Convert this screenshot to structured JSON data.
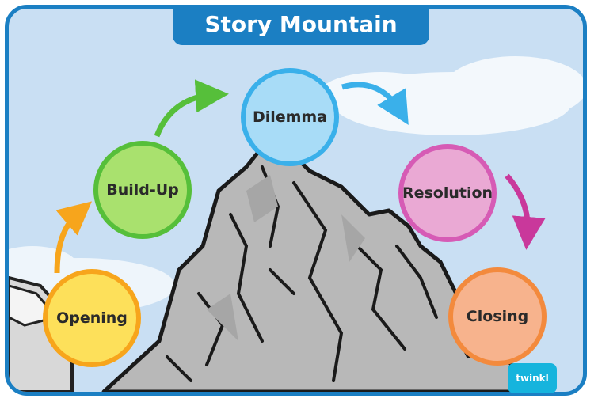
{
  "title": "Story Mountain",
  "stages": [
    {
      "label": "Opening",
      "fill": "#fde05a",
      "border": "#f7a51c"
    },
    {
      "label": "Build-Up",
      "fill": "#a9e16e",
      "border": "#56bf3a"
    },
    {
      "label": "Dilemma",
      "fill": "#a8dcf7",
      "border": "#3ab0ea"
    },
    {
      "label": "Resolution",
      "fill": "#eaa9d4",
      "border": "#d65bb5"
    },
    {
      "label": "Closing",
      "fill": "#f7b38d",
      "border": "#f38a3d"
    }
  ],
  "badge": {
    "text": "twinkl"
  },
  "colors": {
    "frame": "#1b7fc3",
    "sky": "#c9dff3",
    "rock": "#b8b8b8"
  }
}
